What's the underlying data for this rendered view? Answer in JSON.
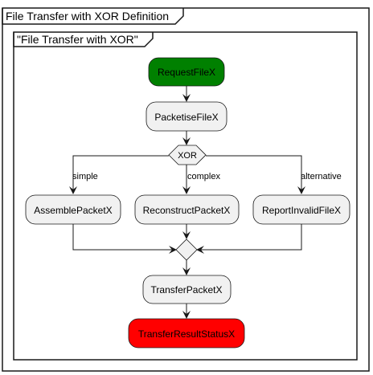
{
  "outer_frame": {
    "title": "File Transfer with XOR Definition"
  },
  "inner_frame": {
    "title": "\"File Transfer with XOR\""
  },
  "nodes": {
    "request": {
      "label": "RequestFileX",
      "fill": "#008000"
    },
    "packetise": {
      "label": "PacketiseFileX",
      "fill": "#F1F1F1"
    },
    "xor": {
      "label": "XOR",
      "fill": "#F1F1F1"
    },
    "assemble": {
      "label": "AssemblePacketX",
      "fill": "#F1F1F1"
    },
    "reconstruct": {
      "label": "ReconstructPacketX",
      "fill": "#F1F1F1"
    },
    "report": {
      "label": "ReportInvalidFileX",
      "fill": "#F1F1F1"
    },
    "transfer": {
      "label": "TransferPacketX",
      "fill": "#F1F1F1"
    },
    "result": {
      "label": "TransferResultStatusX",
      "fill": "#FF0000"
    }
  },
  "branches": {
    "simple": "simple",
    "complex": "complex",
    "alternative": "alternative"
  },
  "colors": {
    "stroke": "#181818",
    "background": "#FFFFFF"
  }
}
